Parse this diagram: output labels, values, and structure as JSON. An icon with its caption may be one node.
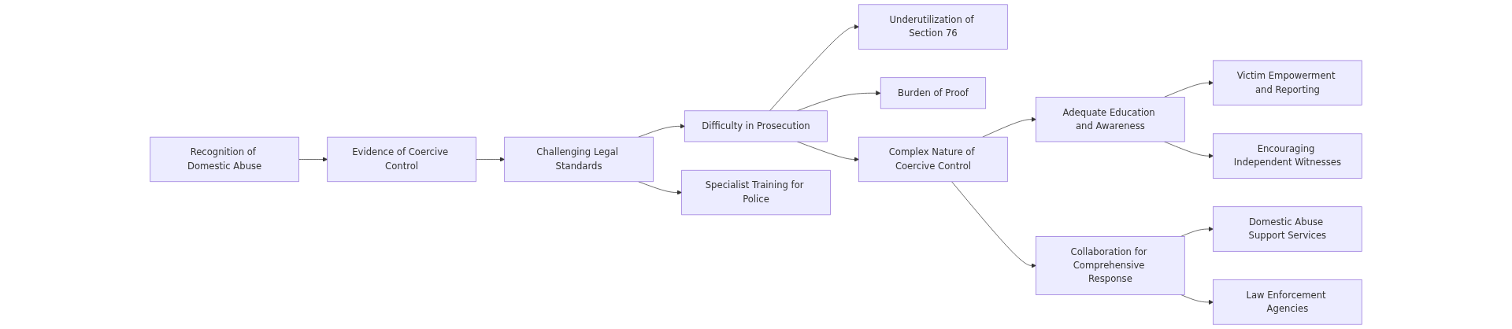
{
  "diagram": {
    "nodes": [
      {
        "text": [
          "Recognition of Domestic Abuse"
        ]
      },
      {
        "text": [
          "Evidence of Coercive Control"
        ]
      },
      {
        "text": [
          "Challenging Legal Standards"
        ]
      },
      {
        "text": [
          "Difficulty in Prosecution"
        ]
      },
      {
        "text": [
          "Specialist Training for Police"
        ]
      },
      {
        "text": [
          "Underutilization of Section 76"
        ]
      },
      {
        "text": [
          "Burden of Proof"
        ]
      },
      {
        "text": [
          "Complex Nature of Coercive Control"
        ]
      },
      {
        "text": [
          "Adequate Education and Awareness"
        ]
      },
      {
        "text": [
          "Collaboration for Comprehensive Response"
        ]
      },
      {
        "text": [
          "Victim Empowerment and Reporting"
        ]
      },
      {
        "text": [
          "Encouraging Independent Witnesses"
        ]
      },
      {
        "text": [
          "Domestic Abuse Support Services"
        ]
      },
      {
        "text": [
          "Law Enforcement Agencies"
        ]
      }
    ],
    "edges": [
      {
        "from": 0,
        "to": 1,
        "arrow": "to"
      },
      {
        "from": 1,
        "to": 2,
        "arrow": "to"
      },
      {
        "from": 2,
        "to": 3,
        "arrow": "to"
      },
      {
        "from": 2,
        "to": 4,
        "arrow": "to"
      },
      {
        "from": 3,
        "to": 5,
        "arrow": "to"
      },
      {
        "from": 3,
        "to": 6,
        "arrow": "to"
      },
      {
        "from": 3,
        "to": 7,
        "arrow": "to"
      },
      {
        "from": 7,
        "to": 8,
        "arrow": "to"
      },
      {
        "from": 7,
        "to": 9,
        "arrow": "to"
      },
      {
        "from": 8,
        "to": 10,
        "arrow": "to"
      },
      {
        "from": 8,
        "to": 11,
        "arrow": "to"
      },
      {
        "from": 9,
        "to": 12,
        "arrow": "to"
      },
      {
        "from": 9,
        "to": 13,
        "arrow": "to"
      }
    ]
  }
}
